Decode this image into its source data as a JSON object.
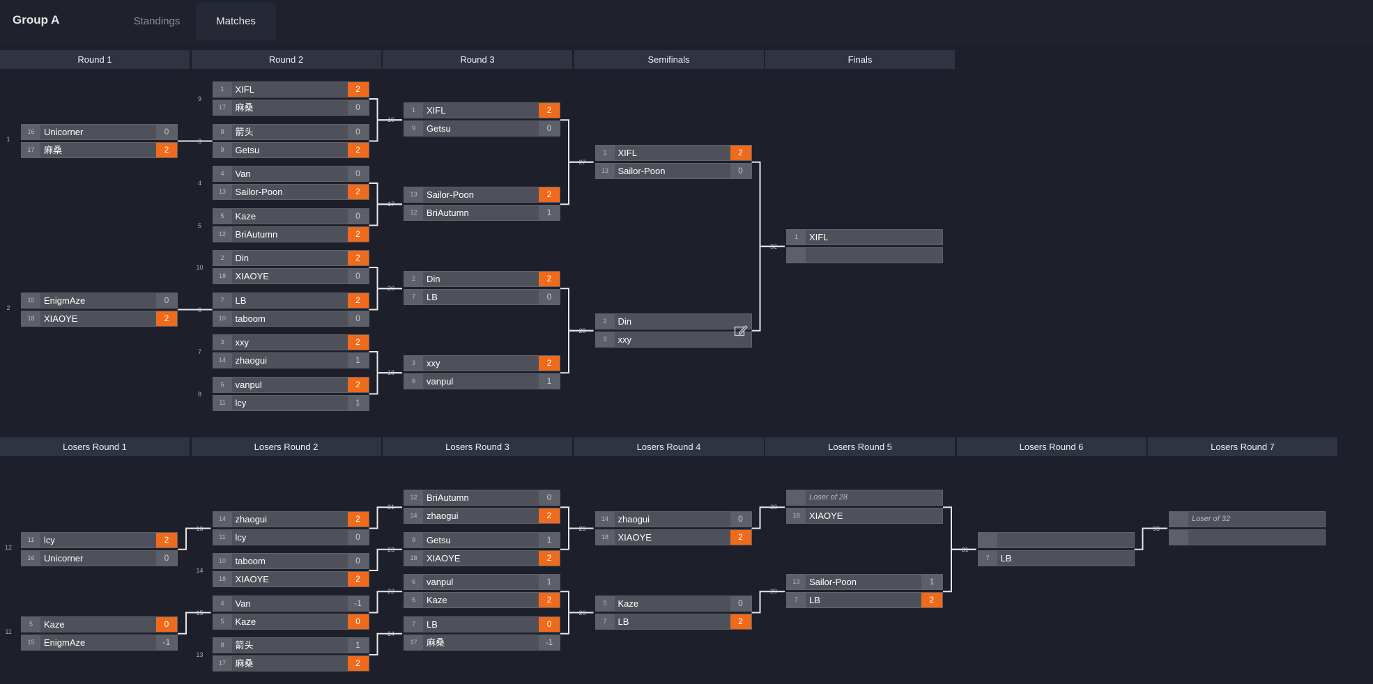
{
  "group_title": "Group A",
  "tabs": [
    {
      "label": "Standings",
      "active": false
    },
    {
      "label": "Matches",
      "active": true
    }
  ],
  "colors": {
    "win": "#f06a1c",
    "background": "#1d202b",
    "header": "#2f3442",
    "slot": "#4e5159"
  },
  "winners_bracket": {
    "rounds": [
      "Round 1",
      "Round 2",
      "Round 3",
      "Semifinals",
      "Finals"
    ],
    "matches": [
      {
        "num": "1",
        "round": 0,
        "slot": 1,
        "top": {
          "seed": "16",
          "name": "Unicorner",
          "score": "0"
        },
        "bottom": {
          "seed": "17",
          "name": "麻桑",
          "score": "2",
          "win": true
        }
      },
      {
        "num": "2",
        "round": 0,
        "slot": 5,
        "top": {
          "seed": "15",
          "name": "EnigmAze",
          "score": "0"
        },
        "bottom": {
          "seed": "18",
          "name": "XIAOYE",
          "score": "2",
          "win": true
        }
      },
      {
        "num": "9",
        "round": 1,
        "slot": 0,
        "top": {
          "seed": "1",
          "name": "XIFL",
          "score": "2",
          "win": true
        },
        "bottom": {
          "seed": "17",
          "name": "麻桑",
          "score": "0"
        }
      },
      {
        "num": "3",
        "round": 1,
        "slot": 1,
        "top": {
          "seed": "8",
          "name": "箭头",
          "score": "0"
        },
        "bottom": {
          "seed": "9",
          "name": "Getsu",
          "score": "2",
          "win": true
        }
      },
      {
        "num": "4",
        "round": 1,
        "slot": 2,
        "top": {
          "seed": "4",
          "name": "Van",
          "score": "0"
        },
        "bottom": {
          "seed": "13",
          "name": "Sailor-Poon",
          "score": "2",
          "win": true
        }
      },
      {
        "num": "5",
        "round": 1,
        "slot": 3,
        "top": {
          "seed": "5",
          "name": "Kaze",
          "score": "0"
        },
        "bottom": {
          "seed": "12",
          "name": "BriAutumn",
          "score": "2",
          "win": true
        }
      },
      {
        "num": "10",
        "round": 1,
        "slot": 4,
        "top": {
          "seed": "2",
          "name": "Din",
          "score": "2",
          "win": true
        },
        "bottom": {
          "seed": "18",
          "name": "XIAOYE",
          "score": "0"
        }
      },
      {
        "num": "6",
        "round": 1,
        "slot": 5,
        "top": {
          "seed": "7",
          "name": "LB",
          "score": "2",
          "win": true
        },
        "bottom": {
          "seed": "10",
          "name": "taboom",
          "score": "0"
        }
      },
      {
        "num": "7",
        "round": 1,
        "slot": 6,
        "top": {
          "seed": "3",
          "name": "xxy",
          "score": "2",
          "win": true
        },
        "bottom": {
          "seed": "14",
          "name": "zhaogui",
          "score": "1"
        }
      },
      {
        "num": "8",
        "round": 1,
        "slot": 7,
        "top": {
          "seed": "6",
          "name": "vanpul",
          "score": "2",
          "win": true
        },
        "bottom": {
          "seed": "11",
          "name": "lcy",
          "score": "1"
        }
      },
      {
        "num": "19",
        "round": 2,
        "slot": 0.5,
        "top": {
          "seed": "1",
          "name": "XIFL",
          "score": "2",
          "win": true
        },
        "bottom": {
          "seed": "9",
          "name": "Getsu",
          "score": "0"
        }
      },
      {
        "num": "17",
        "round": 2,
        "slot": 2.5,
        "top": {
          "seed": "13",
          "name": "Sailor-Poon",
          "score": "2",
          "win": true
        },
        "bottom": {
          "seed": "12",
          "name": "BriAutumn",
          "score": "1"
        }
      },
      {
        "num": "20",
        "round": 2,
        "slot": 4.5,
        "top": {
          "seed": "2",
          "name": "Din",
          "score": "2",
          "win": true
        },
        "bottom": {
          "seed": "7",
          "name": "LB",
          "score": "0"
        }
      },
      {
        "num": "18",
        "round": 2,
        "slot": 6.5,
        "top": {
          "seed": "3",
          "name": "xxy",
          "score": "2",
          "win": true
        },
        "bottom": {
          "seed": "6",
          "name": "vanpul",
          "score": "1"
        }
      },
      {
        "num": "27",
        "round": 3,
        "slot": 1.5,
        "top": {
          "seed": "1",
          "name": "XIFL",
          "score": "2",
          "win": true
        },
        "bottom": {
          "seed": "13",
          "name": "Sailor-Poon",
          "score": "0"
        }
      },
      {
        "num": "28",
        "round": 3,
        "slot": 5.5,
        "editable": true,
        "top": {
          "seed": "2",
          "name": "Din",
          "score": ""
        },
        "bottom": {
          "seed": "3",
          "name": "xxy",
          "score": ""
        }
      },
      {
        "num": "32",
        "round": 4,
        "slot": 3.5,
        "top": {
          "seed": "1",
          "name": "XIFL",
          "score": ""
        },
        "bottom": {
          "seed": "",
          "name": "",
          "score": ""
        }
      }
    ]
  },
  "losers_bracket": {
    "rounds": [
      "Losers Round 1",
      "Losers Round 2",
      "Losers Round 3",
      "Losers Round 4",
      "Losers Round 5",
      "Losers Round 6",
      "Losers Round 7"
    ],
    "matches": [
      {
        "num": "12",
        "round": 0,
        "slot": 1.5,
        "top": {
          "seed": "11",
          "name": "lcy",
          "score": "2",
          "win": true
        },
        "bottom": {
          "seed": "16",
          "name": "Unicorner",
          "score": "0"
        }
      },
      {
        "num": "11",
        "round": 0,
        "slot": 3.5,
        "top": {
          "seed": "5",
          "name": "Kaze",
          "score": "0",
          "win": true
        },
        "bottom": {
          "seed": "15",
          "name": "EnigmAze",
          "score": "-1"
        }
      },
      {
        "num": "16",
        "round": 1,
        "slot": 1,
        "top": {
          "seed": "14",
          "name": "zhaogui",
          "score": "2",
          "win": true
        },
        "bottom": {
          "seed": "11",
          "name": "lcy",
          "score": "0"
        }
      },
      {
        "num": "14",
        "round": 1,
        "slot": 2,
        "top": {
          "seed": "10",
          "name": "taboom",
          "score": "0"
        },
        "bottom": {
          "seed": "18",
          "name": "XIAOYE",
          "score": "2",
          "win": true
        }
      },
      {
        "num": "15",
        "round": 1,
        "slot": 3,
        "top": {
          "seed": "4",
          "name": "Van",
          "score": "-1"
        },
        "bottom": {
          "seed": "5",
          "name": "Kaze",
          "score": "0",
          "win": true
        }
      },
      {
        "num": "13",
        "round": 1,
        "slot": 4,
        "top": {
          "seed": "8",
          "name": "箭头",
          "score": "1"
        },
        "bottom": {
          "seed": "17",
          "name": "麻桑",
          "score": "2",
          "win": true
        }
      },
      {
        "num": "21",
        "round": 2,
        "slot": 0.5,
        "top": {
          "seed": "12",
          "name": "BriAutumn",
          "score": "0"
        },
        "bottom": {
          "seed": "14",
          "name": "zhaogui",
          "score": "2",
          "win": true
        }
      },
      {
        "num": "23",
        "round": 2,
        "slot": 1.5,
        "top": {
          "seed": "9",
          "name": "Getsu",
          "score": "1"
        },
        "bottom": {
          "seed": "18",
          "name": "XIAOYE",
          "score": "2",
          "win": true
        }
      },
      {
        "num": "22",
        "round": 2,
        "slot": 2.5,
        "top": {
          "seed": "6",
          "name": "vanpul",
          "score": "1"
        },
        "bottom": {
          "seed": "5",
          "name": "Kaze",
          "score": "2",
          "win": true
        }
      },
      {
        "num": "24",
        "round": 2,
        "slot": 3.5,
        "top": {
          "seed": "7",
          "name": "LB",
          "score": "0",
          "win": true
        },
        "bottom": {
          "seed": "17",
          "name": "麻桑",
          "score": "-1"
        }
      },
      {
        "num": "25",
        "round": 3,
        "slot": 1,
        "top": {
          "seed": "14",
          "name": "zhaogui",
          "score": "0"
        },
        "bottom": {
          "seed": "18",
          "name": "XIAOYE",
          "score": "2",
          "win": true
        }
      },
      {
        "num": "26",
        "round": 3,
        "slot": 3,
        "top": {
          "seed": "5",
          "name": "Kaze",
          "score": "0"
        },
        "bottom": {
          "seed": "7",
          "name": "LB",
          "score": "2",
          "win": true
        }
      },
      {
        "num": "30",
        "round": 4,
        "slot": 0.5,
        "top": {
          "seed": "",
          "name": "Loser of 28",
          "tbd": true,
          "score": ""
        },
        "bottom": {
          "seed": "18",
          "name": "XIAOYE",
          "score": ""
        }
      },
      {
        "num": "29",
        "round": 4,
        "slot": 2.5,
        "top": {
          "seed": "13",
          "name": "Sailor-Poon",
          "score": "1"
        },
        "bottom": {
          "seed": "7",
          "name": "LB",
          "score": "2",
          "win": true
        }
      },
      {
        "num": "31",
        "round": 5,
        "slot": 1.5,
        "top": {
          "seed": "",
          "name": "",
          "score": ""
        },
        "bottom": {
          "seed": "7",
          "name": "LB",
          "score": ""
        }
      },
      {
        "num": "33",
        "round": 6,
        "slot": 1,
        "top": {
          "seed": "",
          "name": "Loser of 32",
          "tbd": true,
          "score": ""
        },
        "bottom": {
          "seed": "",
          "name": "",
          "score": ""
        }
      }
    ]
  }
}
